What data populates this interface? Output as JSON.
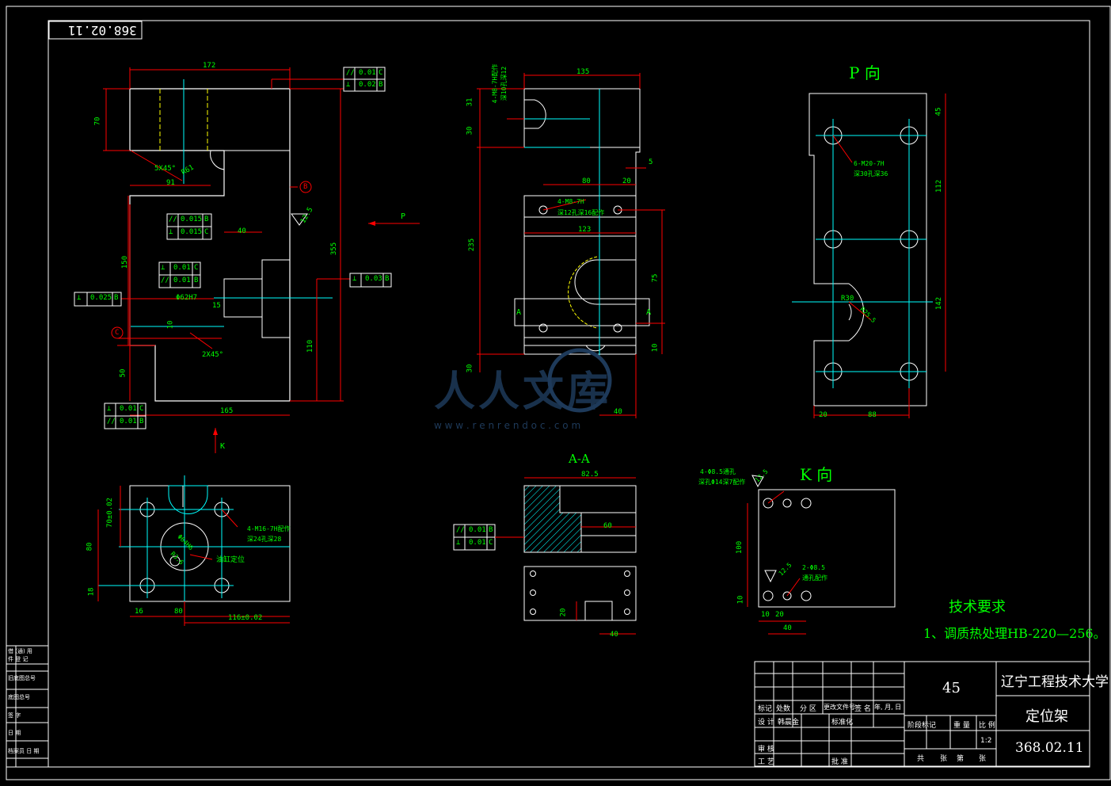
{
  "drawing_number_tag": "368.02.11",
  "view_titles": {
    "p_view": "P 向",
    "aa_section": "A-A",
    "k_view": "K 向",
    "p_arrow": "P",
    "k_arrow": "K",
    "a_left": "A",
    "a_right": "A"
  },
  "datums": {
    "b": "B",
    "c": "C"
  },
  "front_view": {
    "dims": {
      "top_width": "172",
      "height_top": "70",
      "chamfer": "5X45°",
      "radius": "R61",
      "left_width": "91",
      "mid_height": "150",
      "dim_40": "40",
      "total_height": "355",
      "roughness": "12.5",
      "bore": "Φ62H7",
      "dim_15": "15",
      "dim_10": "10",
      "chamfer2": "2X45°",
      "dim_110": "110",
      "dim_50": "50",
      "bottom_width": "165"
    },
    "tolerances": [
      {
        "symbol": "//",
        "value": "0.01",
        "datum": "C"
      },
      {
        "symbol": "⊥",
        "value": "0.02",
        "datum": "B"
      },
      {
        "symbol": "//",
        "value": "0.015",
        "datum": "B"
      },
      {
        "symbol": "⊥",
        "value": "0.015",
        "datum": "C"
      },
      {
        "symbol": "⊥",
        "value": "0.01",
        "datum": "C"
      },
      {
        "symbol": "//",
        "value": "0.01",
        "datum": "B"
      },
      {
        "symbol": "⊥",
        "value": "0.025",
        "datum": "B"
      },
      {
        "symbol": "⊥",
        "value": "0.03",
        "datum": "B"
      },
      {
        "symbol": "⊥",
        "value": "0.01",
        "datum": "C"
      },
      {
        "symbol": "//",
        "value": "0.01",
        "datum": "B"
      }
    ]
  },
  "side_view": {
    "dims": {
      "top_width": "135",
      "dim_31": "31",
      "dim_30": "30",
      "dim_5": "5",
      "dim_80": "80",
      "dim_20": "20",
      "holes_note": "4-M8-7H",
      "holes_note2": "深12孔深16配作",
      "dim_123": "123",
      "total_height": "235",
      "dim_75": "75",
      "dim_10": "10",
      "dim_30b": "30",
      "dim_40": "40",
      "side_note": "4-M8-7H配作",
      "side_note2": "深10孔深12"
    }
  },
  "p_view": {
    "dims": {
      "holes_note": "6-M20-7H",
      "holes_note2": "深30孔深36",
      "dim_45": "45",
      "dim_112": "112",
      "dim_142": "142",
      "r30": "R30",
      "r25": "R25.5",
      "dim_20": "20",
      "dim_88": "88"
    }
  },
  "bottom_view": {
    "dims": {
      "dim_70": "70±0.02",
      "dim_80": "80",
      "dim_18": "18",
      "dim_16": "16",
      "dim_80b": "80",
      "dim_116": "116±0.02",
      "holes_note": "4-M16-7H配作",
      "holes_note2": "深24孔深28",
      "center_note": "油缸定位",
      "bore_note": "Φ64H6",
      "dim_r": "R3.6"
    }
  },
  "aa_view": {
    "dims": {
      "dim_82": "82.5",
      "dim_60": "60",
      "dim_20": "20",
      "dim_40": "40"
    },
    "tolerances": [
      {
        "symbol": "//",
        "value": "0.01",
        "datum": "B"
      },
      {
        "symbol": "⊥",
        "value": "0.01",
        "datum": "C"
      }
    ]
  },
  "k_view": {
    "dims": {
      "holes_note": "4-Φ8.5通孔",
      "holes_note2": "深孔Φ14深7配作",
      "roughness": "12.5",
      "dim_100": "100",
      "dim_10": "10",
      "dim_10b": "10",
      "dim_20": "20",
      "dim_40": "40",
      "note2": "2-Φ8.5",
      "note3": "通孔配作",
      "dim_r": "12.5"
    }
  },
  "tech_requirements": {
    "heading": "技术要求",
    "item1": "1、调质热处理HB-220—256。"
  },
  "title_block": {
    "material": "45",
    "university": "辽宁工程技术大学",
    "part_name": "定位架",
    "drawing_no": "368.02.11",
    "scale": "1:2",
    "row_headers": [
      "标记",
      "处数",
      "分 区",
      "更改文件号",
      "签 名",
      "年, 月, 日"
    ],
    "design": "设 计",
    "designer": "韩晨金",
    "standardization": "标准化",
    "review": "审 核",
    "process": "工 艺",
    "approve": "批 准",
    "stage": "阶段标记",
    "weight": "重 量",
    "ratio": "比 例",
    "sheets_total": "共",
    "sheets": "张",
    "sheet_no": "第",
    "sheet": "张"
  },
  "left_strip": [
    "借 (通) 用",
    "件 登 记",
    "旧底图总号",
    "底图总号",
    "签 字",
    "日 期",
    "档案员 日 期"
  ],
  "watermark": {
    "text": "人人文库",
    "url": "w w w . r e n r e n d o c . c o m"
  }
}
